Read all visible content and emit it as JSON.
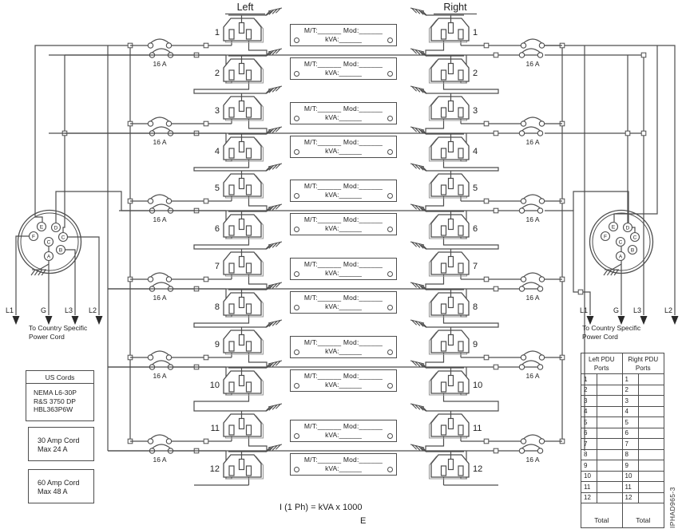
{
  "titles": {
    "left": "Left",
    "right": "Right"
  },
  "outlets": {
    "left_numbers": [
      "1",
      "2",
      "3",
      "4",
      "5",
      "6",
      "7",
      "8",
      "9",
      "10",
      "11",
      "12"
    ],
    "right_numbers": [
      "1",
      "2",
      "3",
      "4",
      "5",
      "6",
      "7",
      "8",
      "9",
      "10",
      "11",
      "12"
    ]
  },
  "breakers": {
    "rating": "16 A",
    "count_per_side": 6
  },
  "connector": {
    "pins": {
      "top_left": "E",
      "top_right": "D",
      "left": "F",
      "center": "C",
      "right": "C",
      "bottom_right": "B",
      "bottom": "A"
    },
    "phase_labels": [
      "L1",
      "G",
      "L3",
      "L2"
    ],
    "note_lines": [
      "To Country Specific",
      "Power Cord"
    ]
  },
  "outlet_label_plate": {
    "count": 12,
    "line1": "M/T:______ Mod:______",
    "line2": "kVA:______"
  },
  "us_cords_box": {
    "title": "US Cords",
    "lines": [
      "NEMA L6-30P",
      "R&S 3750 DP",
      "HBL363P6W"
    ]
  },
  "amp_boxes": [
    {
      "line1": "30 Amp Cord",
      "line2": "Max 24 A"
    },
    {
      "line1": "60 Amp Cord",
      "line2": "Max 48 A"
    }
  ],
  "ports_table": {
    "left_header_lines": [
      "Left PDU",
      "Ports"
    ],
    "right_header_lines": [
      "Right PDU",
      "Ports"
    ],
    "rows": [
      "1",
      "2",
      "3",
      "4",
      "5",
      "6",
      "7",
      "8",
      "9",
      "10",
      "11",
      "12"
    ],
    "total_label": "Total"
  },
  "formula": {
    "line1": "I (1 Ph) = kVA x 1000",
    "line2": "E"
  },
  "figure_id": "IPHAD965-3",
  "colors": {
    "wire": "#4d4d4d",
    "secondary_outline": "#9b9b9b",
    "text": "#1d1d1d",
    "background": "#ffffff"
  }
}
